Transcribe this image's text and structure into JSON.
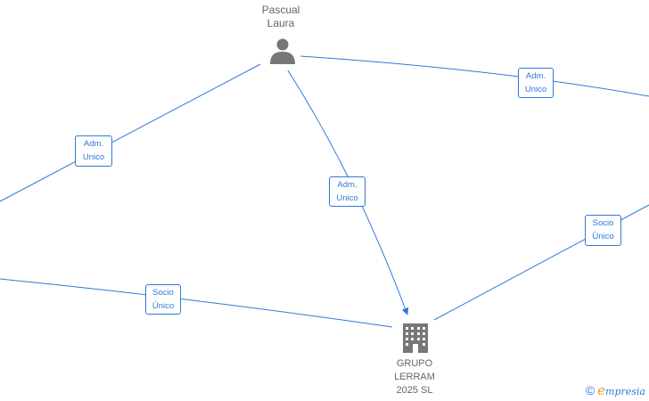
{
  "colors": {
    "edge": "#2f7ad6",
    "icon": "#777777",
    "text": "#666666",
    "brand_accent": "#e69b1a"
  },
  "nodes": {
    "person": {
      "icon": "person-icon",
      "line1": "Pascual",
      "line2": "Laura"
    },
    "company": {
      "icon": "building-icon",
      "line1": "GRUPO",
      "line2": "LERRAM",
      "line3": "2025  SL"
    }
  },
  "edge_labels": [
    {
      "line1": "Adm.",
      "line2": "Unico"
    },
    {
      "line1": "Adm.",
      "line2": "Unico"
    },
    {
      "line1": "Adm.",
      "line2": "Unico"
    },
    {
      "line1": "Socio",
      "line2": "Único"
    },
    {
      "line1": "Socio",
      "line2": "Único"
    }
  ],
  "footer": {
    "copyright": "©",
    "brand_first": "e",
    "brand_rest": "mpresia"
  }
}
